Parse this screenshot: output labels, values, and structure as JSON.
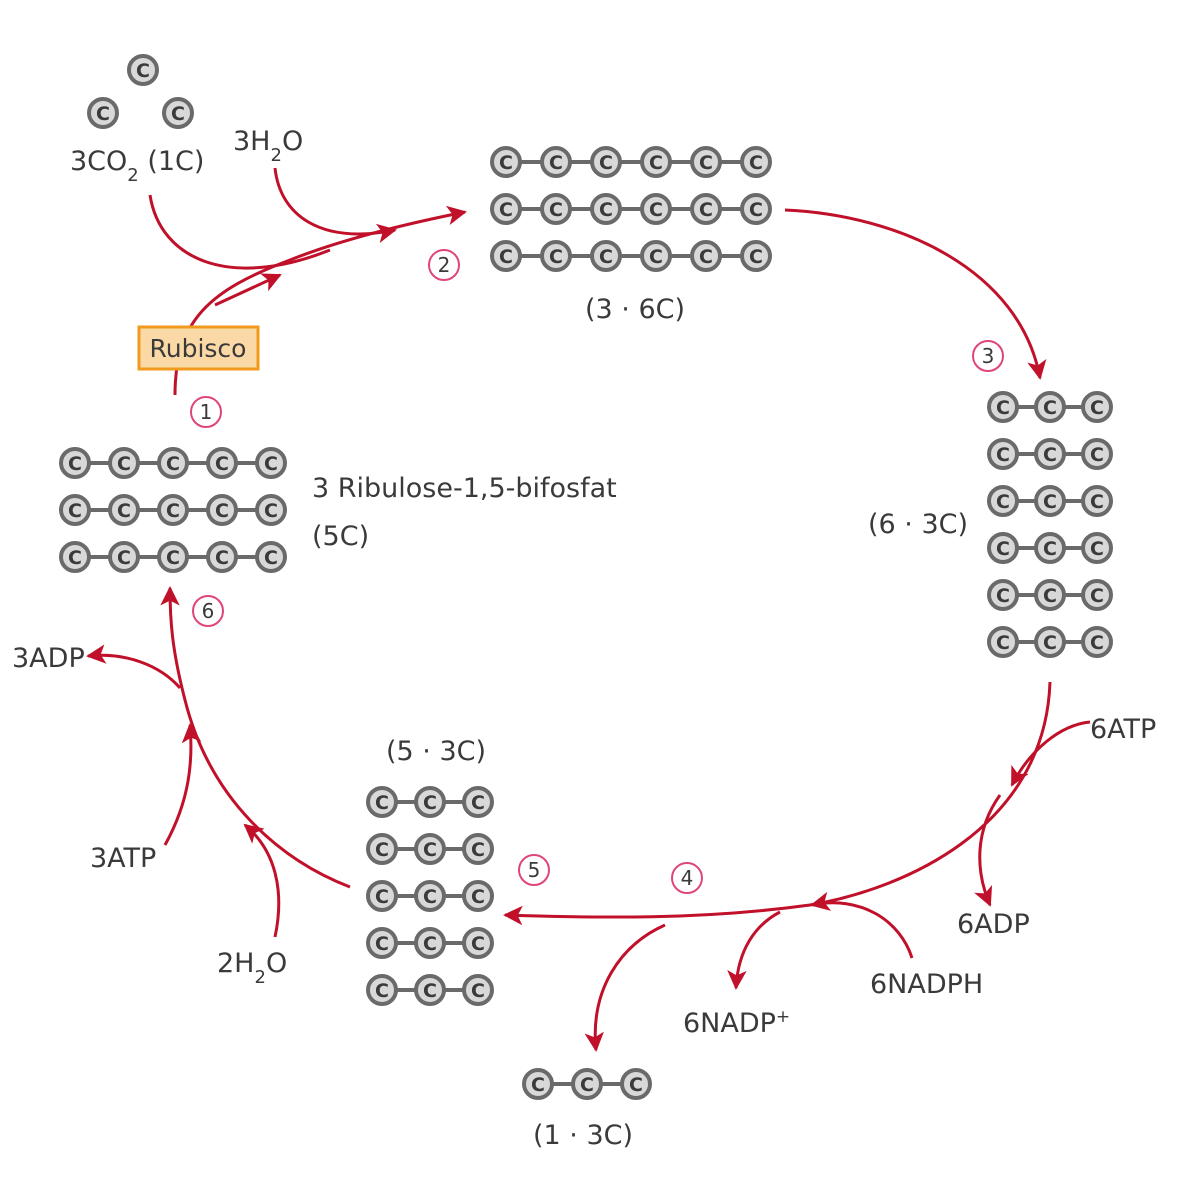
{
  "enzyme": {
    "label": "Rubisco"
  },
  "atom_symbol": "C",
  "molecules": {
    "co2": {
      "label": "3CO",
      "sub": "2",
      "suffix": " (1C)"
    },
    "h2o_in": {
      "pre": "3H",
      "sub": "2",
      "post": "O"
    },
    "six_carbon": {
      "label": "(3 · 6C)"
    },
    "three_carbon_6": {
      "label": "(6 · 3C)"
    },
    "three_carbon_5": {
      "label": "(5 · 3C)"
    },
    "product": {
      "label": "(1 · 3C)"
    },
    "rubp": {
      "label": "3 Ribulose-1,5-bifosfat",
      "sublabel": "(5C)"
    }
  },
  "cofactors": {
    "atp6": "6ATP",
    "adp6": "6ADP",
    "nadph6": "6NADPH",
    "nadp6": {
      "label": "6NADP",
      "sup": "+"
    },
    "atp3": "3ATP",
    "adp3": "3ADP",
    "h2o_2": {
      "pre": "2H",
      "sub": "2",
      "post": "O"
    }
  },
  "steps": [
    "1",
    "2",
    "3",
    "4",
    "5",
    "6"
  ],
  "colors": {
    "arrow": "#c0102a",
    "atom_fill": "#d8d8d8",
    "atom_stroke": "#6a6a6a",
    "enzyme_fill": "#fbd9a6",
    "enzyme_stroke": "#f29a1e",
    "step_circle": "#e0457a"
  }
}
